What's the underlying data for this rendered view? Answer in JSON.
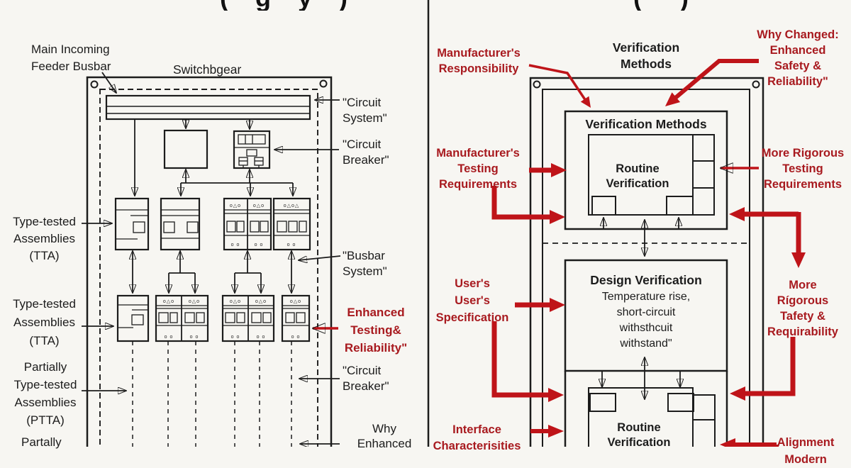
{
  "titles": {
    "left_fragment": "( g y )",
    "right_fragment": "(    )"
  },
  "left": {
    "main_feeder": {
      "l1": "Main Incoming",
      "l2": "Feeder Busbar"
    },
    "switchgear": "Switchbgear",
    "circuit_system": {
      "l1": "\"Circuit",
      "l2": "System\""
    },
    "circuit_breaker1": {
      "l1": "\"Circuit",
      "l2": "Breaker\""
    },
    "tta1": {
      "l1": "Type-tested",
      "l2": "Assemblies",
      "l3": "(TTA)"
    },
    "busbar_system": {
      "l1": "\"Busbar",
      "l2": "System\""
    },
    "tta2": {
      "l1": "Type-tested",
      "l2": "Assemblies",
      "l3": "(TTA)"
    },
    "enhanced": {
      "l1": "Enhanced",
      "l2": "Testing&",
      "l3": "Reliability\""
    },
    "ptta": {
      "l1": "Partially",
      "l2": "Type-tested",
      "l3": "Assemblies",
      "l4": "(PTTA)"
    },
    "circuit_breaker2": {
      "l1": "\"Circuit",
      "l2": "Breaker\""
    },
    "why_enhanced": {
      "l1": "Why",
      "l2": "Enhanced"
    },
    "partally": "Partally"
  },
  "right": {
    "verification_methods_top": {
      "l1": "Verification",
      "l2": "Methods"
    },
    "mfr_responsibility": {
      "l1": "Manufacturer's",
      "l2": "Responsibility"
    },
    "why_changed": {
      "l1": "Why Changed:",
      "l2": "Enhanced",
      "l3": "Safety &",
      "l4": "Reliability\""
    },
    "vm_box_title": "Verification Methods",
    "routine_verification_top": {
      "l1": "Routine",
      "l2": "Verification"
    },
    "mfr_testing": {
      "l1": "Manufacturer's",
      "l2": "Testing",
      "l3": "Requirements"
    },
    "more_rigorous_testing": {
      "l1": "More Rigorous",
      "l2": "Testing",
      "l3": "Requirements"
    },
    "users_spec": {
      "l1": "User's",
      "l2": "User's",
      "l3": "Specification"
    },
    "design_verification": {
      "l1": "Design Verification",
      "l2": "Temperature rise,",
      "l3": "short-circuit",
      "l4": "withsthcuit",
      "l5": "withstand\""
    },
    "more_rigorous_tafety": {
      "l1": "More",
      "l2": "Rígorous",
      "l3": "Tafety &",
      "l4": "Requirability"
    },
    "interface": {
      "l1": "Interface",
      "l2": "Characterisities"
    },
    "routine_verification_bottom": {
      "l1": "Routine",
      "l2": "Verification"
    },
    "alignment": {
      "l1": "Alignment",
      "l2": "Modern"
    }
  },
  "glyphs": {
    "top": "o△o",
    "top4": "o△o△",
    "bottom": "o o"
  },
  "colors": {
    "red_text": "#a81a1f",
    "red_arrow": "#bf1419",
    "ink": "#1c1c1c",
    "bg": "#f7f6f2"
  }
}
